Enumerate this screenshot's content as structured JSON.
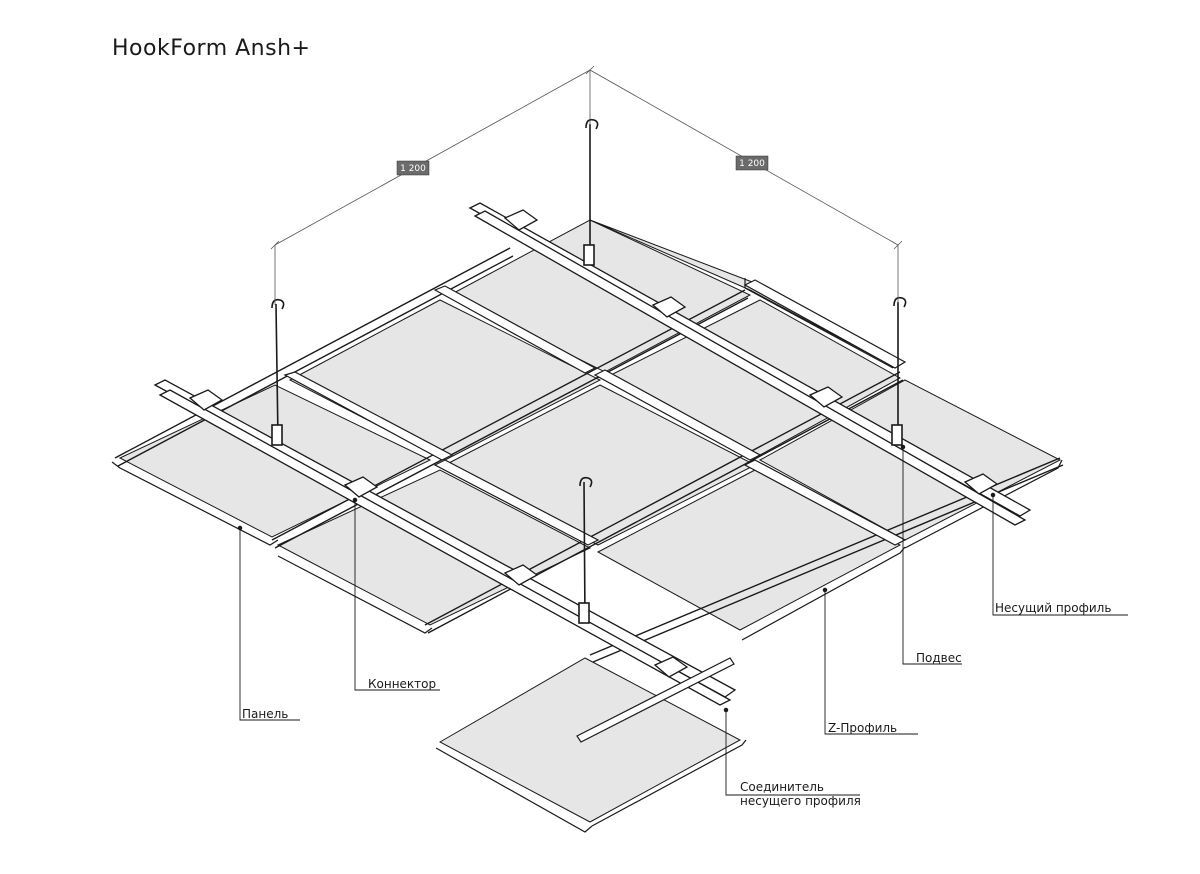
{
  "title": "HookForm Ansh+",
  "dimensions": {
    "left": "1 200",
    "right": "1 200"
  },
  "labels": {
    "panel": "Панель",
    "connector": "Коннектор",
    "carrier": "Несущий профиль",
    "hanger": "Подвес",
    "z_profile": "Z-Профиль",
    "carrier_connector_line1": "Соединитель",
    "carrier_connector_line2": "несущего профиля"
  },
  "colors": {
    "line": "#1a1a1a",
    "panel": "#e6e6e6",
    "dim_badge": "#6b6b6b"
  }
}
